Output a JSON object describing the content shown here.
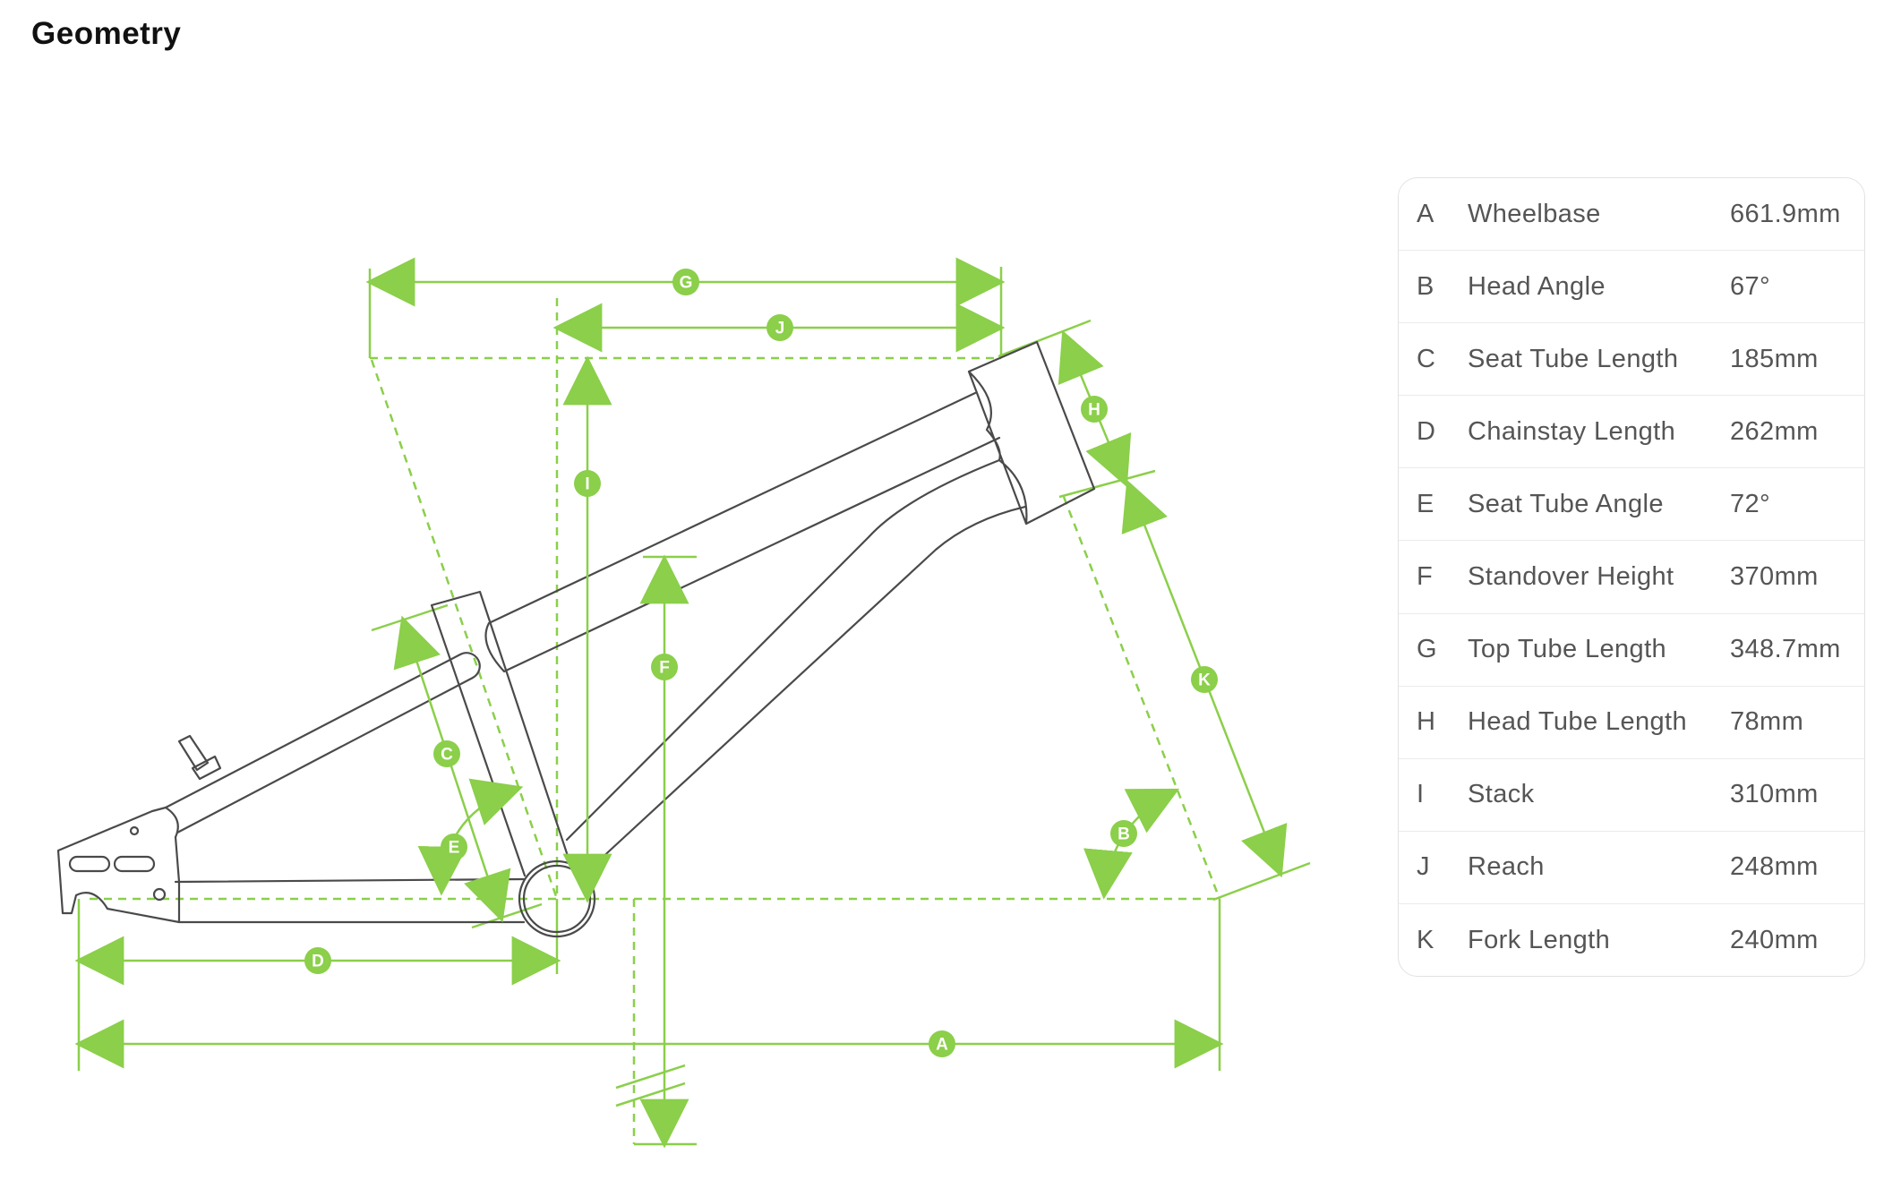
{
  "header": {
    "title": "Geometry"
  },
  "colors": {
    "accent": "#8bcf4a",
    "frame": "#4a4a4a"
  },
  "geometry_table": [
    {
      "letter": "A",
      "label": "Wheelbase",
      "value": "661.9mm"
    },
    {
      "letter": "B",
      "label": "Head Angle",
      "value": "67°"
    },
    {
      "letter": "C",
      "label": "Seat Tube Length",
      "value": "185mm"
    },
    {
      "letter": "D",
      "label": "Chainstay Length",
      "value": "262mm"
    },
    {
      "letter": "E",
      "label": "Seat Tube Angle",
      "value": "72°"
    },
    {
      "letter": "F",
      "label": "Standover Height",
      "value": "370mm"
    },
    {
      "letter": "G",
      "label": "Top Tube Length",
      "value": "348.7mm"
    },
    {
      "letter": "H",
      "label": "Head Tube Length",
      "value": "78mm"
    },
    {
      "letter": "I",
      "label": "Stack",
      "value": "310mm"
    },
    {
      "letter": "J",
      "label": "Reach",
      "value": "248mm"
    },
    {
      "letter": "K",
      "label": "Fork Length",
      "value": "240mm"
    }
  ],
  "diagram": {
    "markers": {
      "a": "A",
      "b": "B",
      "c": "C",
      "d": "D",
      "e": "E",
      "f": "F",
      "g": "G",
      "h": "H",
      "i": "I",
      "j": "J",
      "k": "K"
    }
  }
}
